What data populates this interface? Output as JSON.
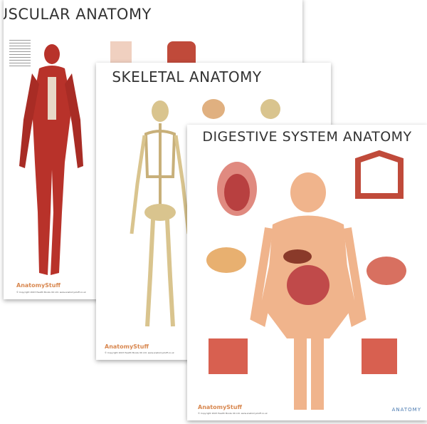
{
  "posters": [
    {
      "title": "MUSCULAR ANATOMY",
      "brand": "AnatomyStuff",
      "copyright": "© Copyright 2023 Health Books UK Ltd. www.anatomystuff.co.uk"
    },
    {
      "title": "SKELETAL ANATOMY",
      "brand": "AnatomyStuff",
      "copyright": "© Copyright 2023 Health Books UK Ltd. www.anatomystuff.co.uk"
    },
    {
      "title": "DIGESTIVE SYSTEM ANATOMY",
      "brand": "AnatomyStuff",
      "copyright": "© Copyright 2023 Health Books UK Ltd. www.anatomystuff.co.uk",
      "logo": "ANATOMY"
    }
  ],
  "colors": {
    "muscle": "#b8322a",
    "bone": "#d9c48e",
    "skin": "#f0b48c",
    "brand": "#d8874f",
    "title": "#333333"
  }
}
